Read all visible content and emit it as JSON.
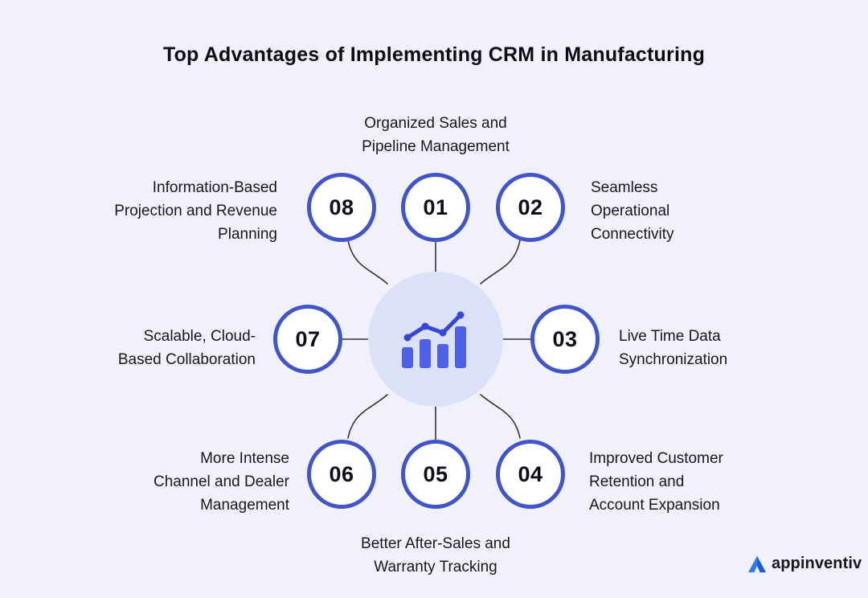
{
  "title": "Top Advantages of Implementing CRM in Manufacturing",
  "items": [
    {
      "number": "01",
      "label": "Organized Sales and\nPipeline Management"
    },
    {
      "number": "02",
      "label": "Seamless\nOperational\nConnectivity"
    },
    {
      "number": "03",
      "label": "Live Time Data\nSynchronization"
    },
    {
      "number": "04",
      "label": "Improved Customer\nRetention and\nAccount Expansion"
    },
    {
      "number": "05",
      "label": "Better After-Sales and\nWarranty Tracking"
    },
    {
      "number": "06",
      "label": "More Intense\nChannel and Dealer\nManagement"
    },
    {
      "number": "07",
      "label": "Scalable, Cloud-\nBased Collaboration"
    },
    {
      "number": "08",
      "label": "Information-Based\nProjection and Revenue\nPlanning"
    }
  ],
  "center_icon": "bar-chart-with-trend-line",
  "logo": {
    "text": "appinventiv"
  },
  "colors": {
    "background": "#f0f1fa",
    "circle_ring": "#4254cb",
    "center_fill": "#dbe2f8",
    "icon_bar": "#4e61e6",
    "icon_line": "#3547d6",
    "label_text": "#17171f",
    "connector": "#33333f",
    "logo_blue_light": "#2e7bf3",
    "logo_blue_dark": "#1e5bd6"
  }
}
